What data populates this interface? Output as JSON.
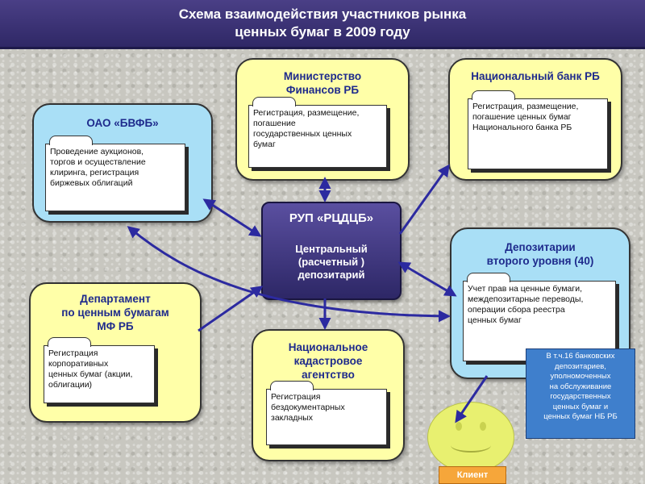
{
  "title": {
    "line1": "Схема взаимодействия участников рынка",
    "line2": "ценных бумаг в 2009 году"
  },
  "center": {
    "title": "РУП «РЦДЦБ»",
    "sub1": "Центральный",
    "sub2": "(расчетный )",
    "sub3": "депозитарий"
  },
  "nodes": {
    "bvfb": {
      "title": "ОАО «БВФБ»",
      "folder": [
        "Проведение аукционов,",
        "торгов и осуществление",
        "клиринга, регистрация",
        "биржевых облигаций"
      ]
    },
    "minfin": {
      "title1": "Министерство",
      "title2": "Финансов РБ",
      "folder": [
        "Регистрация, размещение,",
        "погашение",
        "государственных  ценных",
        "бумаг"
      ]
    },
    "natbank": {
      "title": "Национальный банк РБ",
      "folder": [
        "Регистрация, размещение,",
        "погашение ценных бумаг",
        "Национального банка РБ"
      ]
    },
    "depositaries": {
      "title1": "Депозитарии",
      "title2": "второго уровня (40)",
      "folder": [
        "Учет прав на ценные бумаги,",
        "междепозитарные переводы,",
        "операции сбора реестра",
        "ценных бумаг"
      ]
    },
    "department": {
      "title1": "Департамент",
      "title2": "по ценным бумагам",
      "title3": "МФ РБ",
      "folder": [
        "Регистрация",
        "корпоративных",
        "ценных бумаг (акции,",
        "облигации)"
      ]
    },
    "cadastral": {
      "title1": "Национальное",
      "title2": "кадастровое",
      "title3": "агентство",
      "folder": [
        "Регистрация",
        "бездокументарных",
        "закладных"
      ]
    }
  },
  "note": {
    "lines": [
      "В т.ч.16 банковских",
      "депозитариев,",
      "уполномоченных",
      "на обслуживание",
      "государственных",
      "ценных бумаг и",
      "ценных бумаг НБ РБ"
    ]
  },
  "client_label": "Клиент",
  "colors": {
    "title_bg": "#3b3276",
    "yellow_box": "#ffffa8",
    "blue_box": "#a9dff6",
    "arrow": "#2c2aa0",
    "client_badge": "#f6a63a",
    "note_bg": "#3f7fcc"
  }
}
